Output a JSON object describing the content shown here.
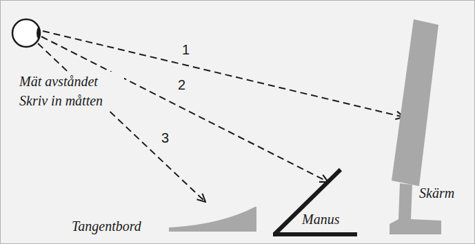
{
  "diagram": {
    "labels": [
      "1",
      "2",
      "3",
      "Mät avståndet Skriv in måtten",
      "Tangentbord",
      "Manus",
      "Skärm"
    ]
  }
}
